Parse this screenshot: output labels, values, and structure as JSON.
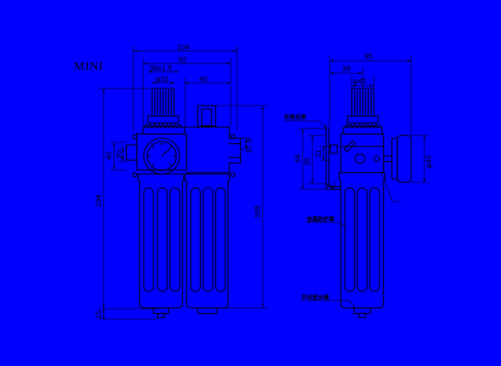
{
  "title": "MINI",
  "front": {
    "width_total": "104",
    "width_92": "92",
    "thread": "36x1.5",
    "dia_31": "φ31",
    "width_40": "40",
    "height_40": "40",
    "height_20": "20",
    "height_194": "194",
    "height_169": "169",
    "height_7_5": "17.5",
    "height_15": "15"
  },
  "side": {
    "width_95": "95",
    "width_39": "39",
    "dia_40_top": "φ40",
    "height_44": "44",
    "height_35": "35",
    "height_11": "11",
    "height_2": "2",
    "dia_40_gauge": "φ40",
    "label_bracket": "安装支架",
    "label_guard": "金属防护罩",
    "label_drain": "手动放水器"
  },
  "colors": {
    "background": "#0000ff",
    "line": "#000000"
  }
}
